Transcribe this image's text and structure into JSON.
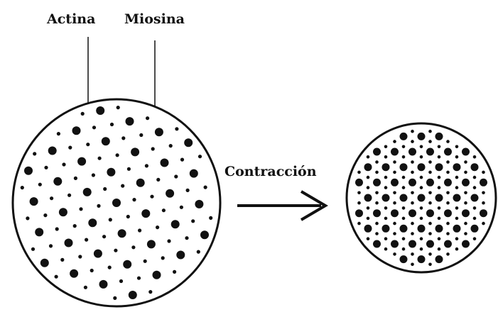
{
  "labels": {
    "actin": "Actina",
    "myosin": "Miosina",
    "process": "Contracción"
  },
  "colors": {
    "ink": "#111111",
    "background": "#ffffff"
  }
}
